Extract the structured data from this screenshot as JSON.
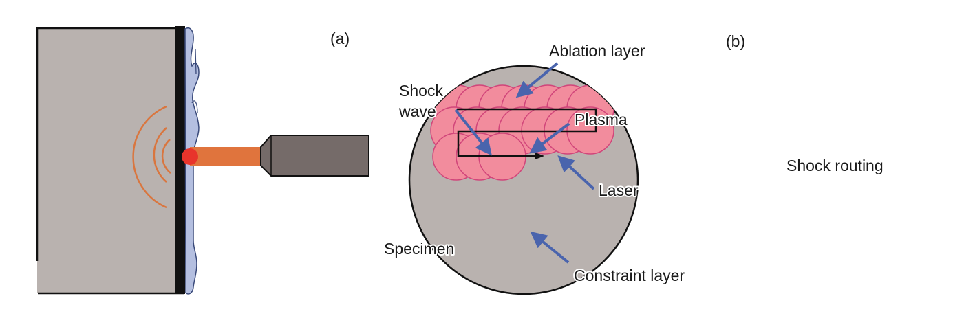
{
  "panels": {
    "a": {
      "label": "(a)",
      "description": "Side view: laser beam from nozzle hits ablation/constraint layers on specimen, producing shock waves"
    },
    "b": {
      "label": "(b)",
      "description": "Top view: overlapping plasma spots along a serpentine shock routing path on a circular specimen"
    }
  },
  "labels": {
    "ablation_layer": "Ablation layer",
    "shock_wave_line1": "Shock",
    "shock_wave_line2": "wave",
    "plasma": "Plasma",
    "laser": "Laser",
    "specimen": "Specimen",
    "constraint_layer": "Constraint layer",
    "shock_routing": "Shock routing"
  },
  "colors": {
    "specimen_gray": "#b9b2af",
    "edge_black": "#111111",
    "water_blue": "#b4bfe0",
    "water_outline": "#3a4a7a",
    "laser_orange": "#e0743d",
    "impact_red": "#e8342b",
    "nozzle_gray": "#756b69",
    "plasma_pink": "#f28c9d",
    "plasma_outline": "#d1457a",
    "arrow_blue": "#4a64ad",
    "shock_arc_orange": "#d9763f"
  }
}
